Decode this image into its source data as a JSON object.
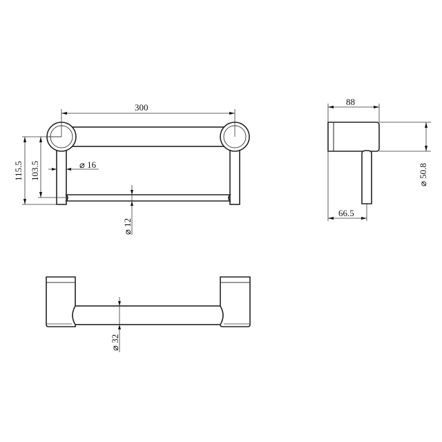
{
  "drawing": {
    "type": "technical drawing - towel rail",
    "views": [
      "front-view",
      "side-view",
      "top-view"
    ],
    "front_view": {
      "dimensions": {
        "overall_width": "300",
        "height_outer": "115.5",
        "height_inner": "103.5",
        "post_diameter": "⌀ 16",
        "rail_diameter": "⌀ 12"
      }
    },
    "side_view": {
      "dimensions": {
        "depth": "88",
        "post_offset": "66.5",
        "mount_diameter": "⌀ 50.8"
      }
    },
    "top_view": {
      "dimensions": {
        "bar_diameter": "⌀ 32"
      }
    },
    "colors": {
      "line": "#222222",
      "background": "#ffffff"
    }
  }
}
